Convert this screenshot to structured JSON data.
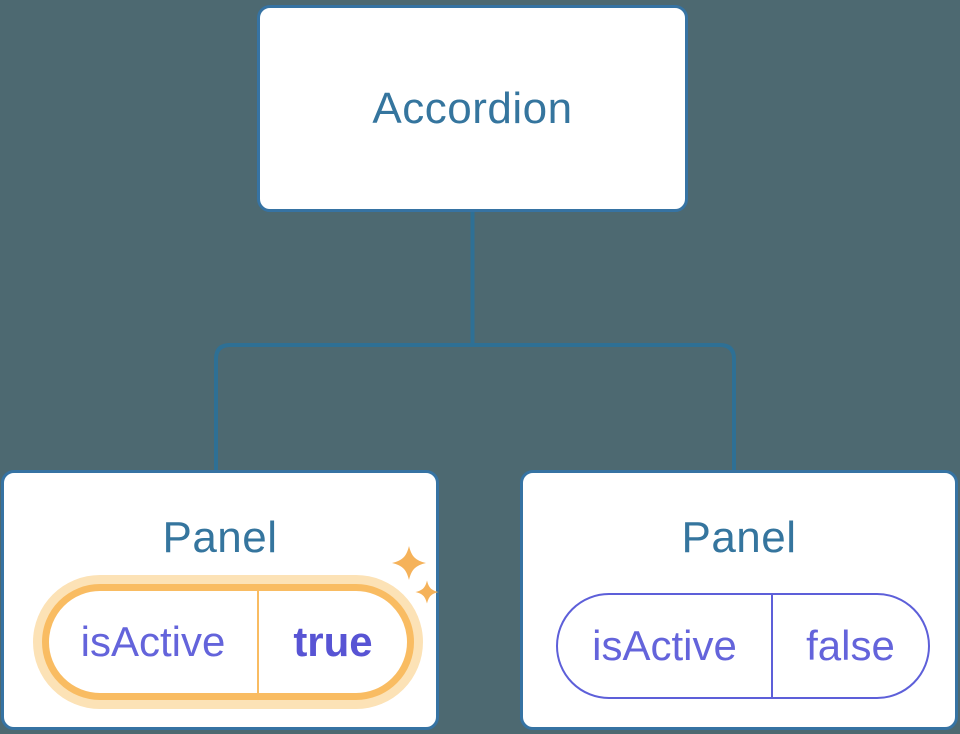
{
  "tree": {
    "root": {
      "label": "Accordion"
    },
    "children": [
      {
        "label": "Panel",
        "active": true,
        "state": {
          "key": "isActive",
          "value": "true"
        }
      },
      {
        "label": "Panel",
        "active": false,
        "state": {
          "key": "isActive",
          "value": "false"
        }
      }
    ]
  },
  "icons": {
    "sparkles": "sparkles-icon"
  },
  "palette": {
    "background": "#4D6971",
    "node_bg": "#FFFFFF",
    "node_border": "#3673A3",
    "connector": "#2E7095",
    "node_text": "#35759E",
    "state_text": "#6464DB",
    "state_value_active_text": "#5854D4",
    "inactive_border": "#5D5FD9",
    "active_border": "#F9BC62",
    "active_glow": "#FCE2B6",
    "sparkle": "#F5B25A"
  }
}
